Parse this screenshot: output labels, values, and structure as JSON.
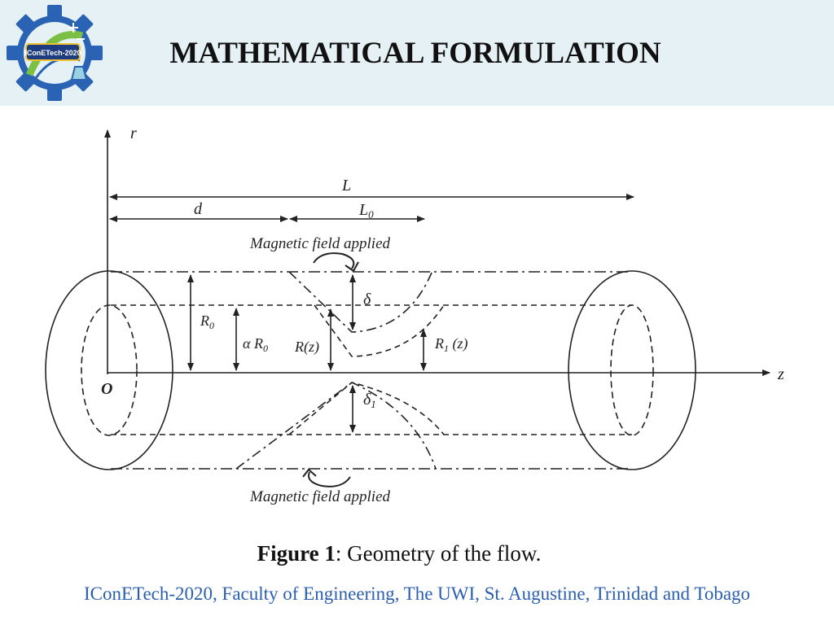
{
  "header": {
    "title": "MATHEMATICAL FORMULATION",
    "logo_text": "IConETech-2020",
    "colors": {
      "band": "#e6f1f5",
      "gear": "#2a62b4",
      "logo_green": "#7bc043"
    }
  },
  "diagram": {
    "axis_r": "r",
    "axis_z": "z",
    "origin": "O",
    "length_L": "L",
    "length_d": "d",
    "length_L0": "L",
    "length_L0_sub": "0",
    "field_top": "Magnetic field applied",
    "field_bottom": "Magnetic field applied",
    "R0": "R",
    "R0_sub": "0",
    "alpha_R0": "α R",
    "alpha_R0_sub": "0",
    "Rz": "R(z)",
    "R1": "R",
    "R1_sub": "1",
    "R1_arg": " (z)",
    "delta": "δ",
    "delta1": "δ",
    "delta1_sub": "1"
  },
  "caption": {
    "label": "Figure 1",
    "text": ": Geometry of the flow."
  },
  "footer": {
    "text": "IConETech-2020, Faculty of Engineering, The UWI, St. Augustine, Trinidad and Tobago"
  }
}
